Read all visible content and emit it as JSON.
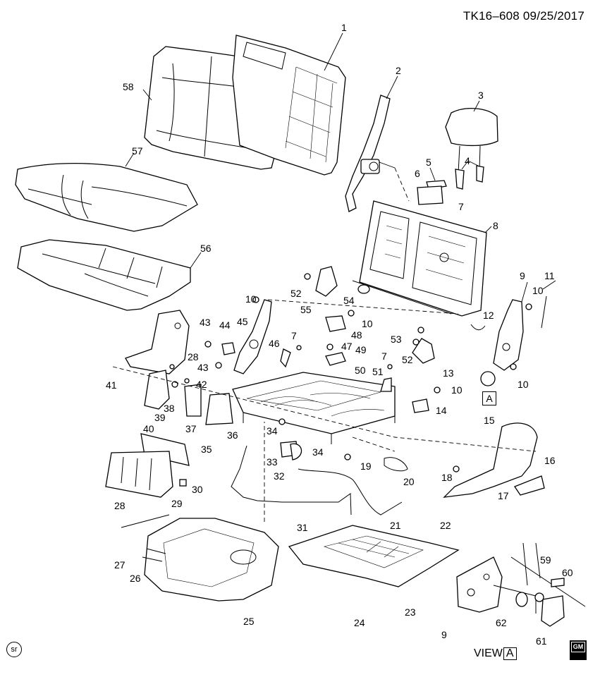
{
  "header": {
    "doc_id": "TK16–608",
    "date": "09/25/2017"
  },
  "footer": {
    "sr_logo": "sr",
    "view_label": "VIEW",
    "view_ref": "A",
    "gm_logo": "GM"
  },
  "view_marker": "A",
  "callouts": [
    "1",
    "2",
    "3",
    "4",
    "5",
    "6",
    "7",
    "8",
    "9",
    "10",
    "11",
    "12",
    "13",
    "14",
    "15",
    "16",
    "17",
    "18",
    "19",
    "20",
    "21",
    "22",
    "23",
    "24",
    "25",
    "26",
    "27",
    "28",
    "29",
    "30",
    "31",
    "32",
    "33",
    "34",
    "35",
    "36",
    "37",
    "38",
    "39",
    "40",
    "41",
    "42",
    "43",
    "44",
    "45",
    "46",
    "47",
    "48",
    "49",
    "50",
    "51",
    "52",
    "53",
    "54",
    "55",
    "56",
    "57",
    "58",
    "59",
    "60",
    "61",
    "62"
  ],
  "callouts_extra": {
    "c7b": "7",
    "c10b": "10",
    "c10c": "10",
    "c10d": "10",
    "c10e": "10",
    "c28b": "28",
    "c34b": "34",
    "c43b": "43",
    "c52b": "52",
    "c9b": "9"
  }
}
